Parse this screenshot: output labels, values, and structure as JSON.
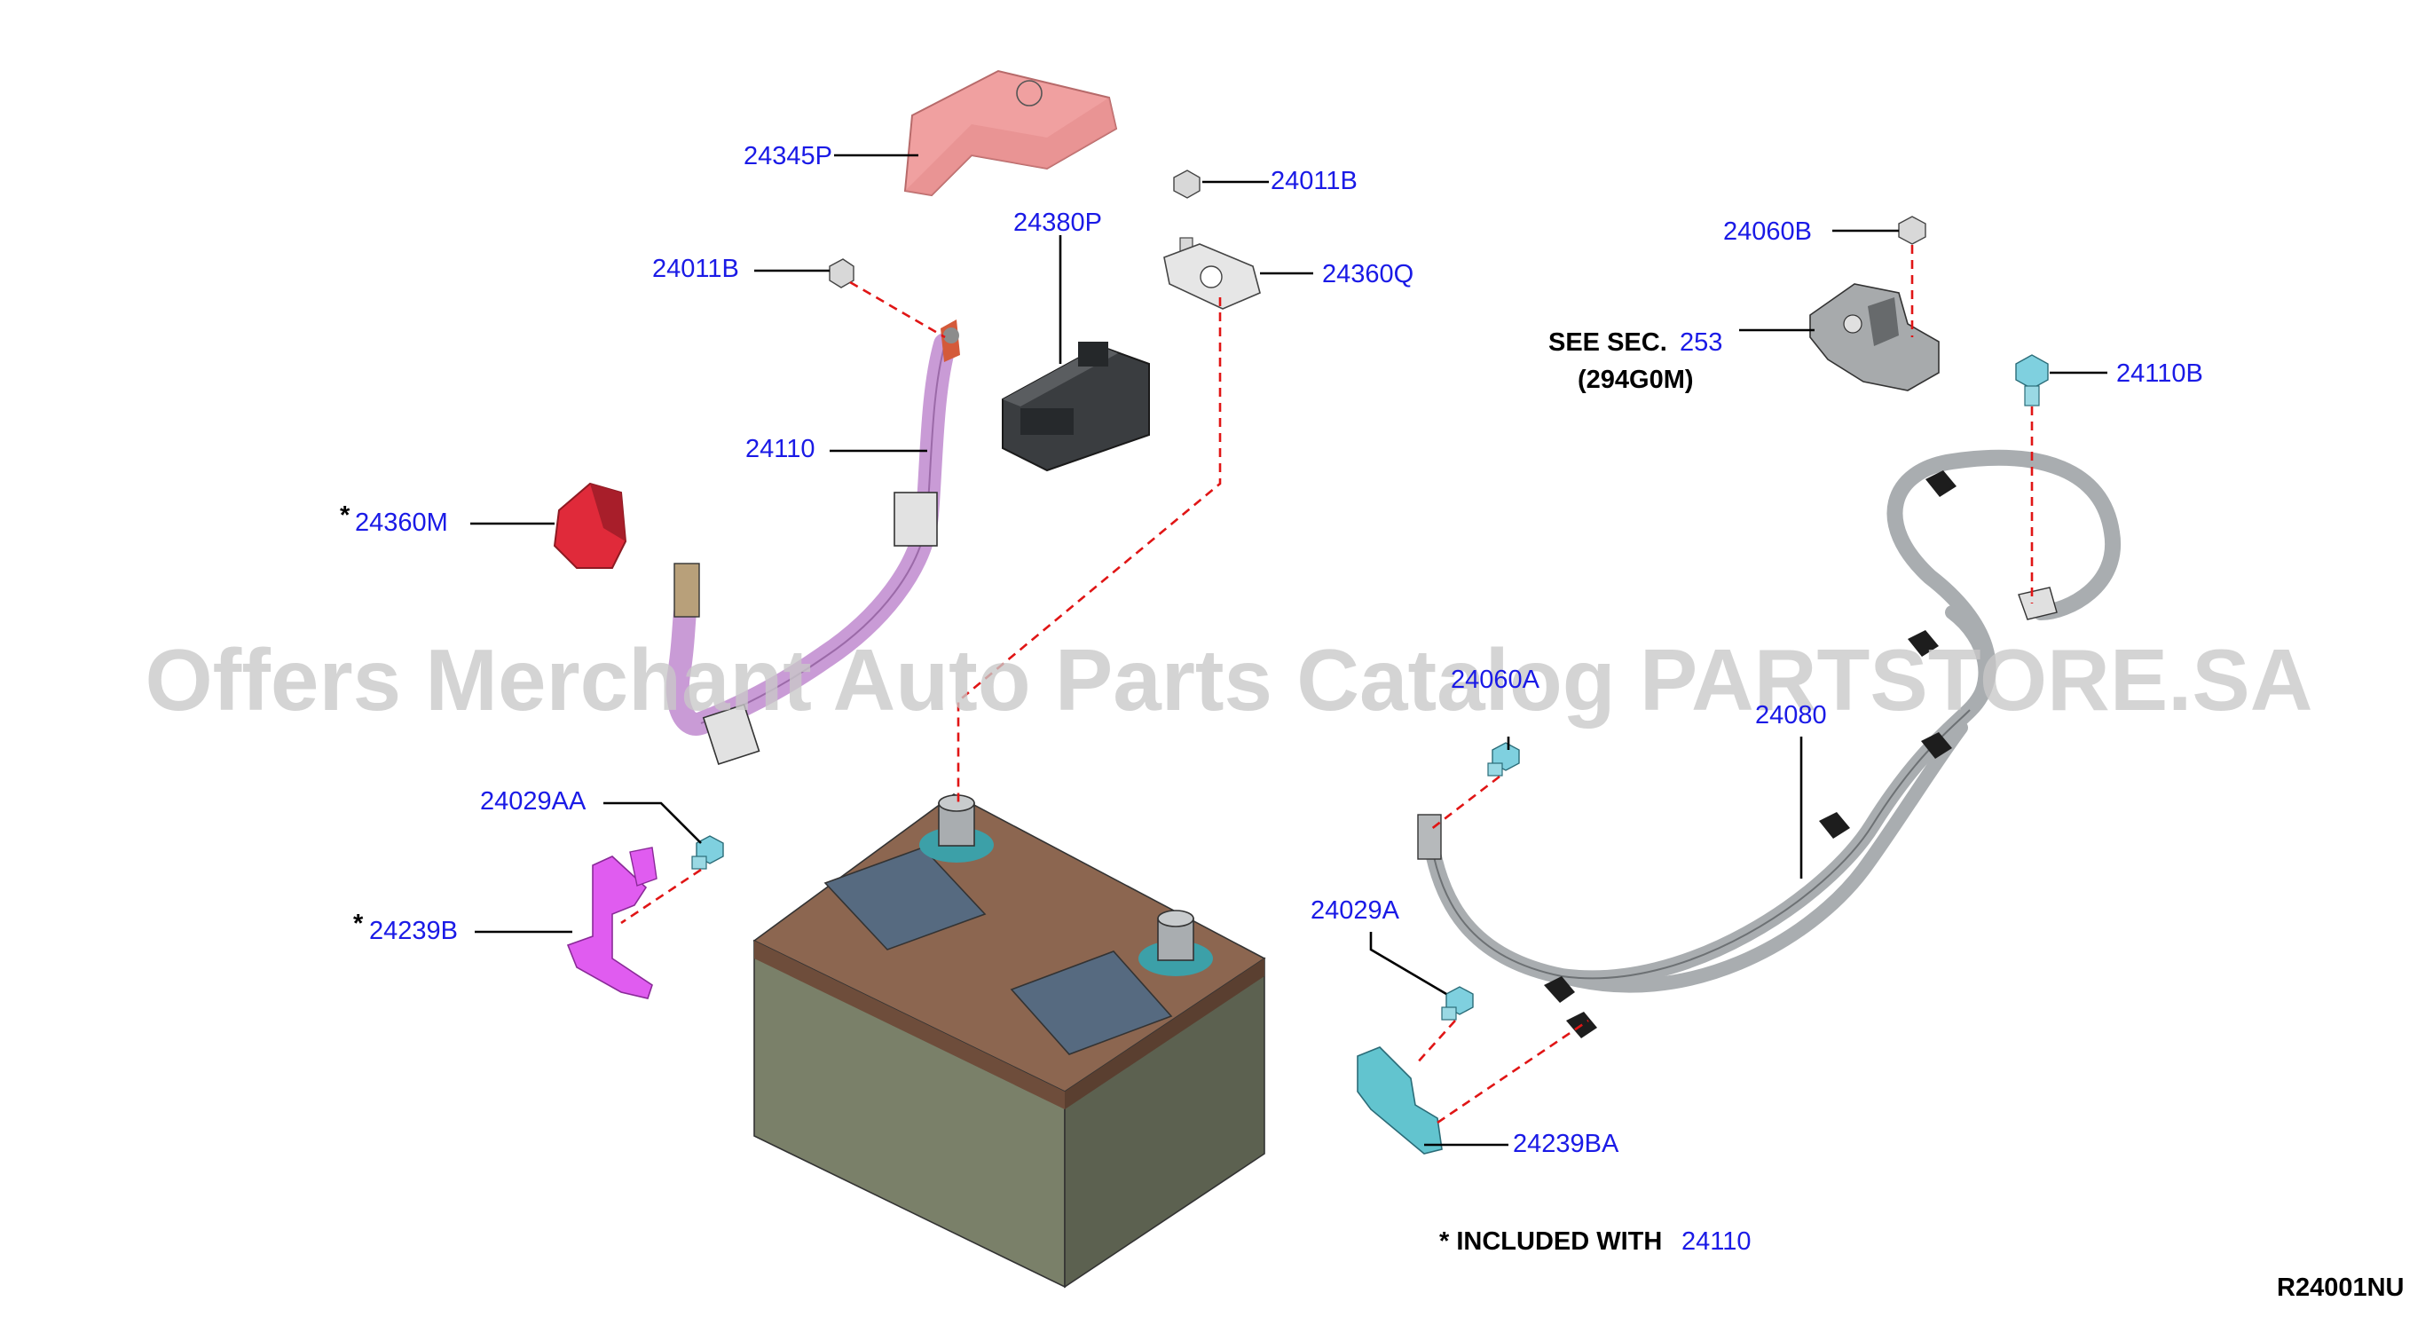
{
  "callouts": {
    "c24345P": "24345P",
    "c24011B_top": "24011B",
    "c24380P": "24380P",
    "c24360Q": "24360Q",
    "c24011B_left": "24011B",
    "c24110": "24110",
    "c24360M": "24360M",
    "c24029AA": "24029AA",
    "c24239B": "24239B",
    "c24060B": "24060B",
    "c253": "253",
    "c24110B": "24110B",
    "c24060A": "24060A",
    "c24080": "24080",
    "c24029A": "24029A",
    "c24239BA": "24239BA",
    "c24110_note": "24110"
  },
  "labels": {
    "see_sec": "SEE SEC.",
    "sec_code": "(294G0M)",
    "star": "*",
    "included_with": "* INCLUDED WITH",
    "diagram_ref": "R24001NU"
  },
  "watermark": "Offers Merchant Auto Parts Catalog PARTSTORE.SA",
  "colors": {
    "callout": "#1a1ae6",
    "leader_dash": "#e01515",
    "cover": "#f0a0a0",
    "cable_purple": "#c99bd6",
    "cable_gray": "#a9adb0",
    "battery_top": "#8c6650",
    "battery_side": "#7a8069",
    "bracket_magenta": "#e05cf0",
    "bracket_teal": "#62c4cf",
    "terminal_red": "#e02a3a"
  }
}
